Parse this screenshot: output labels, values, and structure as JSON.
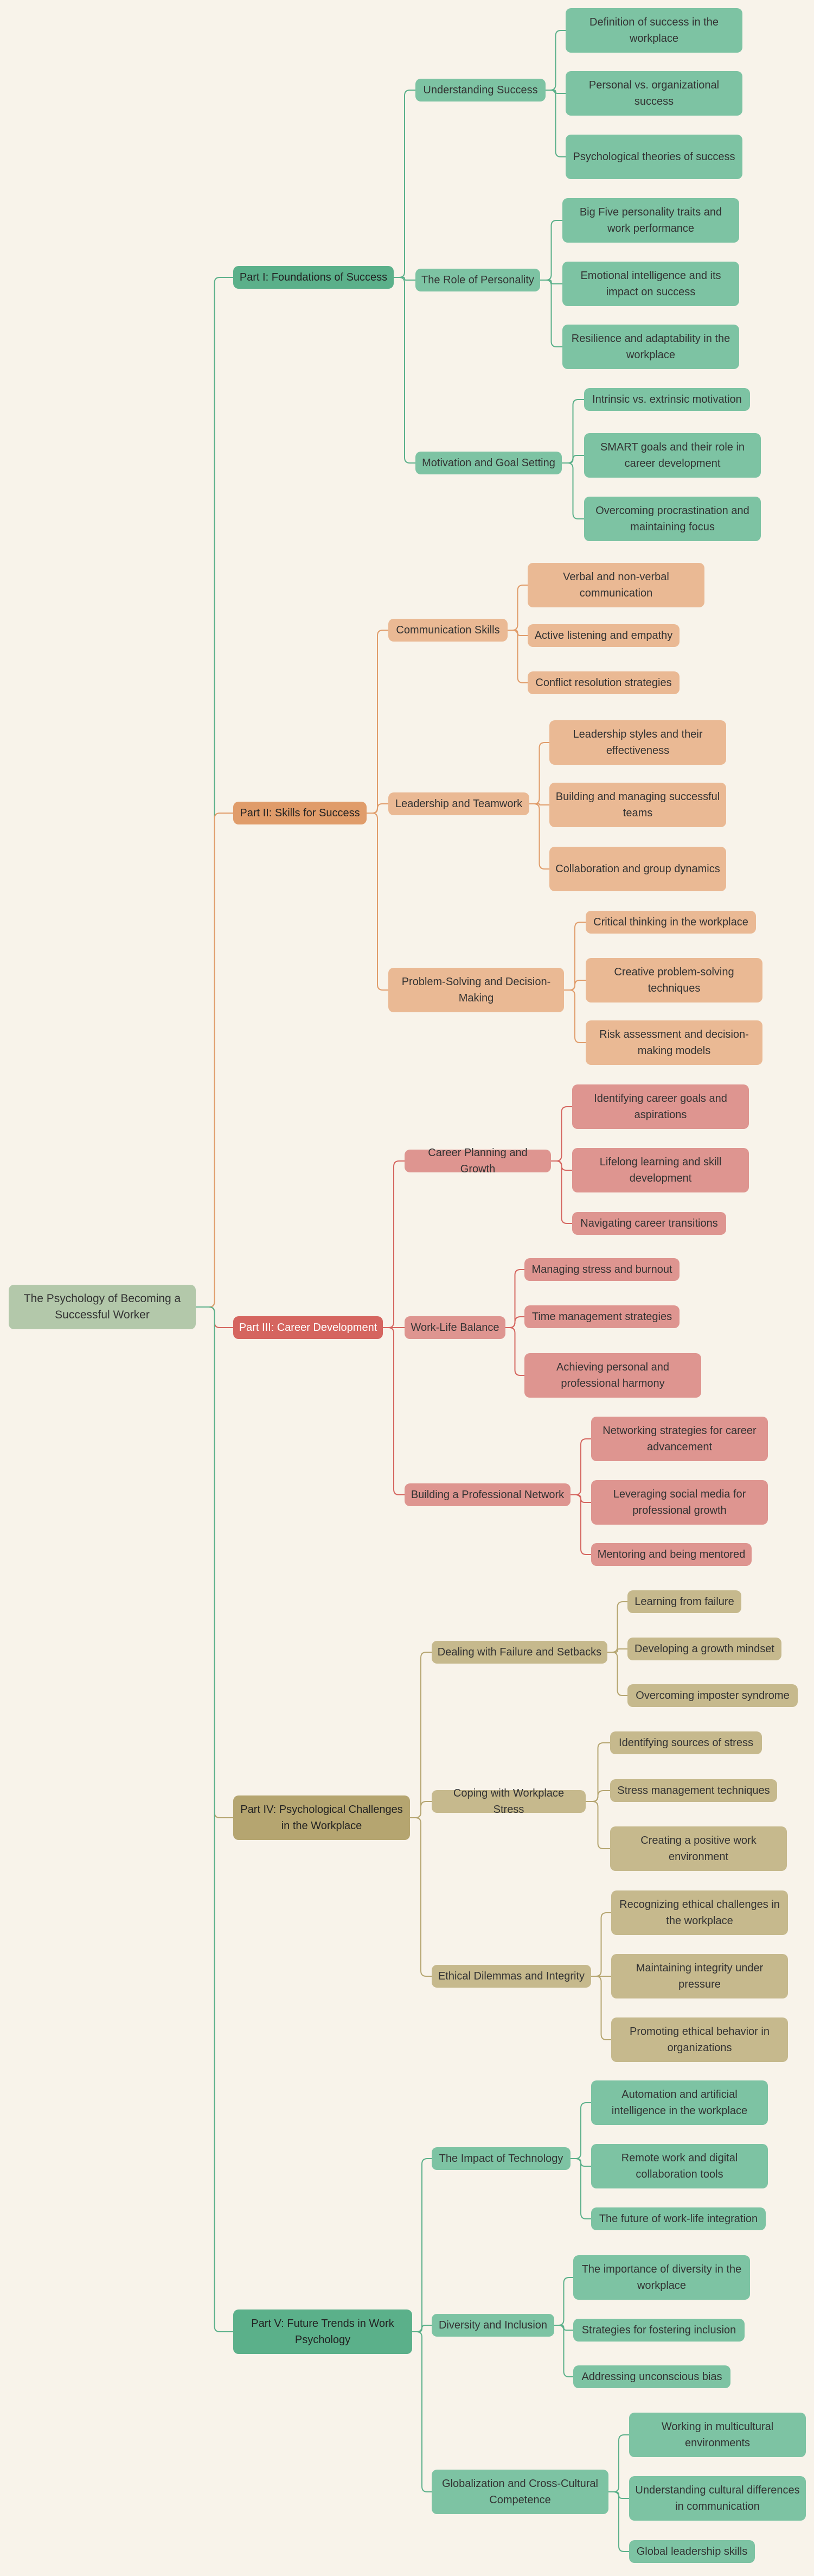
{
  "colors": {
    "background": "#f8f3ea",
    "root": "#b3c8aa",
    "part1": {
      "main": "#5bb08a",
      "l2": "#7dc3a3",
      "l3": "#7dc3a3",
      "line": "#5bb08a"
    },
    "part2": {
      "main": "#e09c6a",
      "l2": "#eab994",
      "l3": "#eab994",
      "line": "#e09c6a"
    },
    "part3": {
      "main": "#d5655f",
      "l2": "#de9590",
      "l3": "#de9590",
      "line": "#d5655f"
    },
    "part4": {
      "main": "#b5a570",
      "l2": "#c6b98d",
      "l3": "#c6b98d",
      "line": "#b5a570"
    },
    "part5": {
      "main": "#5bb08a",
      "l2": "#7dc3a3",
      "l3": "#7dc3a3",
      "line": "#5bb08a"
    },
    "root_line": "#6a9a78"
  },
  "root": {
    "label": "The Psychology of Becoming a Successful Worker"
  },
  "parts": [
    {
      "label": "Part I: Foundations of Success",
      "topics": [
        {
          "label": "Understanding Success",
          "subtopics": [
            "Definition of success in the workplace",
            "Personal vs. organizational success",
            "Psychological theories of success"
          ]
        },
        {
          "label": "The Role of Personality",
          "subtopics": [
            "Big Five personality traits and work performance",
            "Emotional intelligence and its impact on success",
            "Resilience and adaptability in the workplace"
          ]
        },
        {
          "label": "Motivation and Goal Setting",
          "subtopics": [
            "Intrinsic vs. extrinsic motivation",
            "SMART goals and their role in career development",
            "Overcoming procrastination and maintaining focus"
          ]
        }
      ]
    },
    {
      "label": "Part II: Skills for Success",
      "topics": [
        {
          "label": "Communication Skills",
          "subtopics": [
            "Verbal and non-verbal communication",
            "Active listening and empathy",
            "Conflict resolution strategies"
          ]
        },
        {
          "label": "Leadership and Teamwork",
          "subtopics": [
            "Leadership styles and their effectiveness",
            "Building and managing successful teams",
            "Collaboration and group dynamics"
          ]
        },
        {
          "label": "Problem-Solving and Decision-Making",
          "subtopics": [
            "Critical thinking in the workplace",
            "Creative problem-solving techniques",
            "Risk assessment and decision-making models"
          ]
        }
      ]
    },
    {
      "label": "Part III: Career Development",
      "topics": [
        {
          "label": "Career Planning and Growth",
          "subtopics": [
            "Identifying career goals and aspirations",
            "Lifelong learning and skill development",
            "Navigating career transitions"
          ]
        },
        {
          "label": "Work-Life Balance",
          "subtopics": [
            "Managing stress and burnout",
            "Time management strategies",
            "Achieving personal and professional harmony"
          ]
        },
        {
          "label": "Building a Professional Network",
          "subtopics": [
            "Networking strategies for career advancement",
            "Leveraging social media for professional growth",
            "Mentoring and being mentored"
          ]
        }
      ]
    },
    {
      "label": "Part IV: Psychological Challenges in the Workplace",
      "topics": [
        {
          "label": "Dealing with Failure and Setbacks",
          "subtopics": [
            "Learning from failure",
            "Developing a growth mindset",
            "Overcoming imposter syndrome"
          ]
        },
        {
          "label": "Coping with Workplace Stress",
          "subtopics": [
            "Identifying sources of stress",
            "Stress management techniques",
            "Creating a positive work environment"
          ]
        },
        {
          "label": "Ethical Dilemmas and Integrity",
          "subtopics": [
            "Recognizing ethical challenges in the workplace",
            "Maintaining integrity under pressure",
            "Promoting ethical behavior in organizations"
          ]
        }
      ]
    },
    {
      "label": "Part V: Future Trends in Work Psychology",
      "topics": [
        {
          "label": "The Impact of Technology",
          "subtopics": [
            "Automation and artificial intelligence in the workplace",
            "Remote work and digital collaboration tools",
            "The future of work-life integration"
          ]
        },
        {
          "label": "Diversity and Inclusion",
          "subtopics": [
            "The importance of diversity in the workplace",
            "Strategies for fostering inclusion",
            "Addressing unconscious bias"
          ]
        },
        {
          "label": "Globalization and Cross-Cultural Competence",
          "subtopics": [
            "Working in multicultural environments",
            "Understanding cultural differences in communication",
            "Global leadership skills"
          ]
        }
      ]
    }
  ]
}
